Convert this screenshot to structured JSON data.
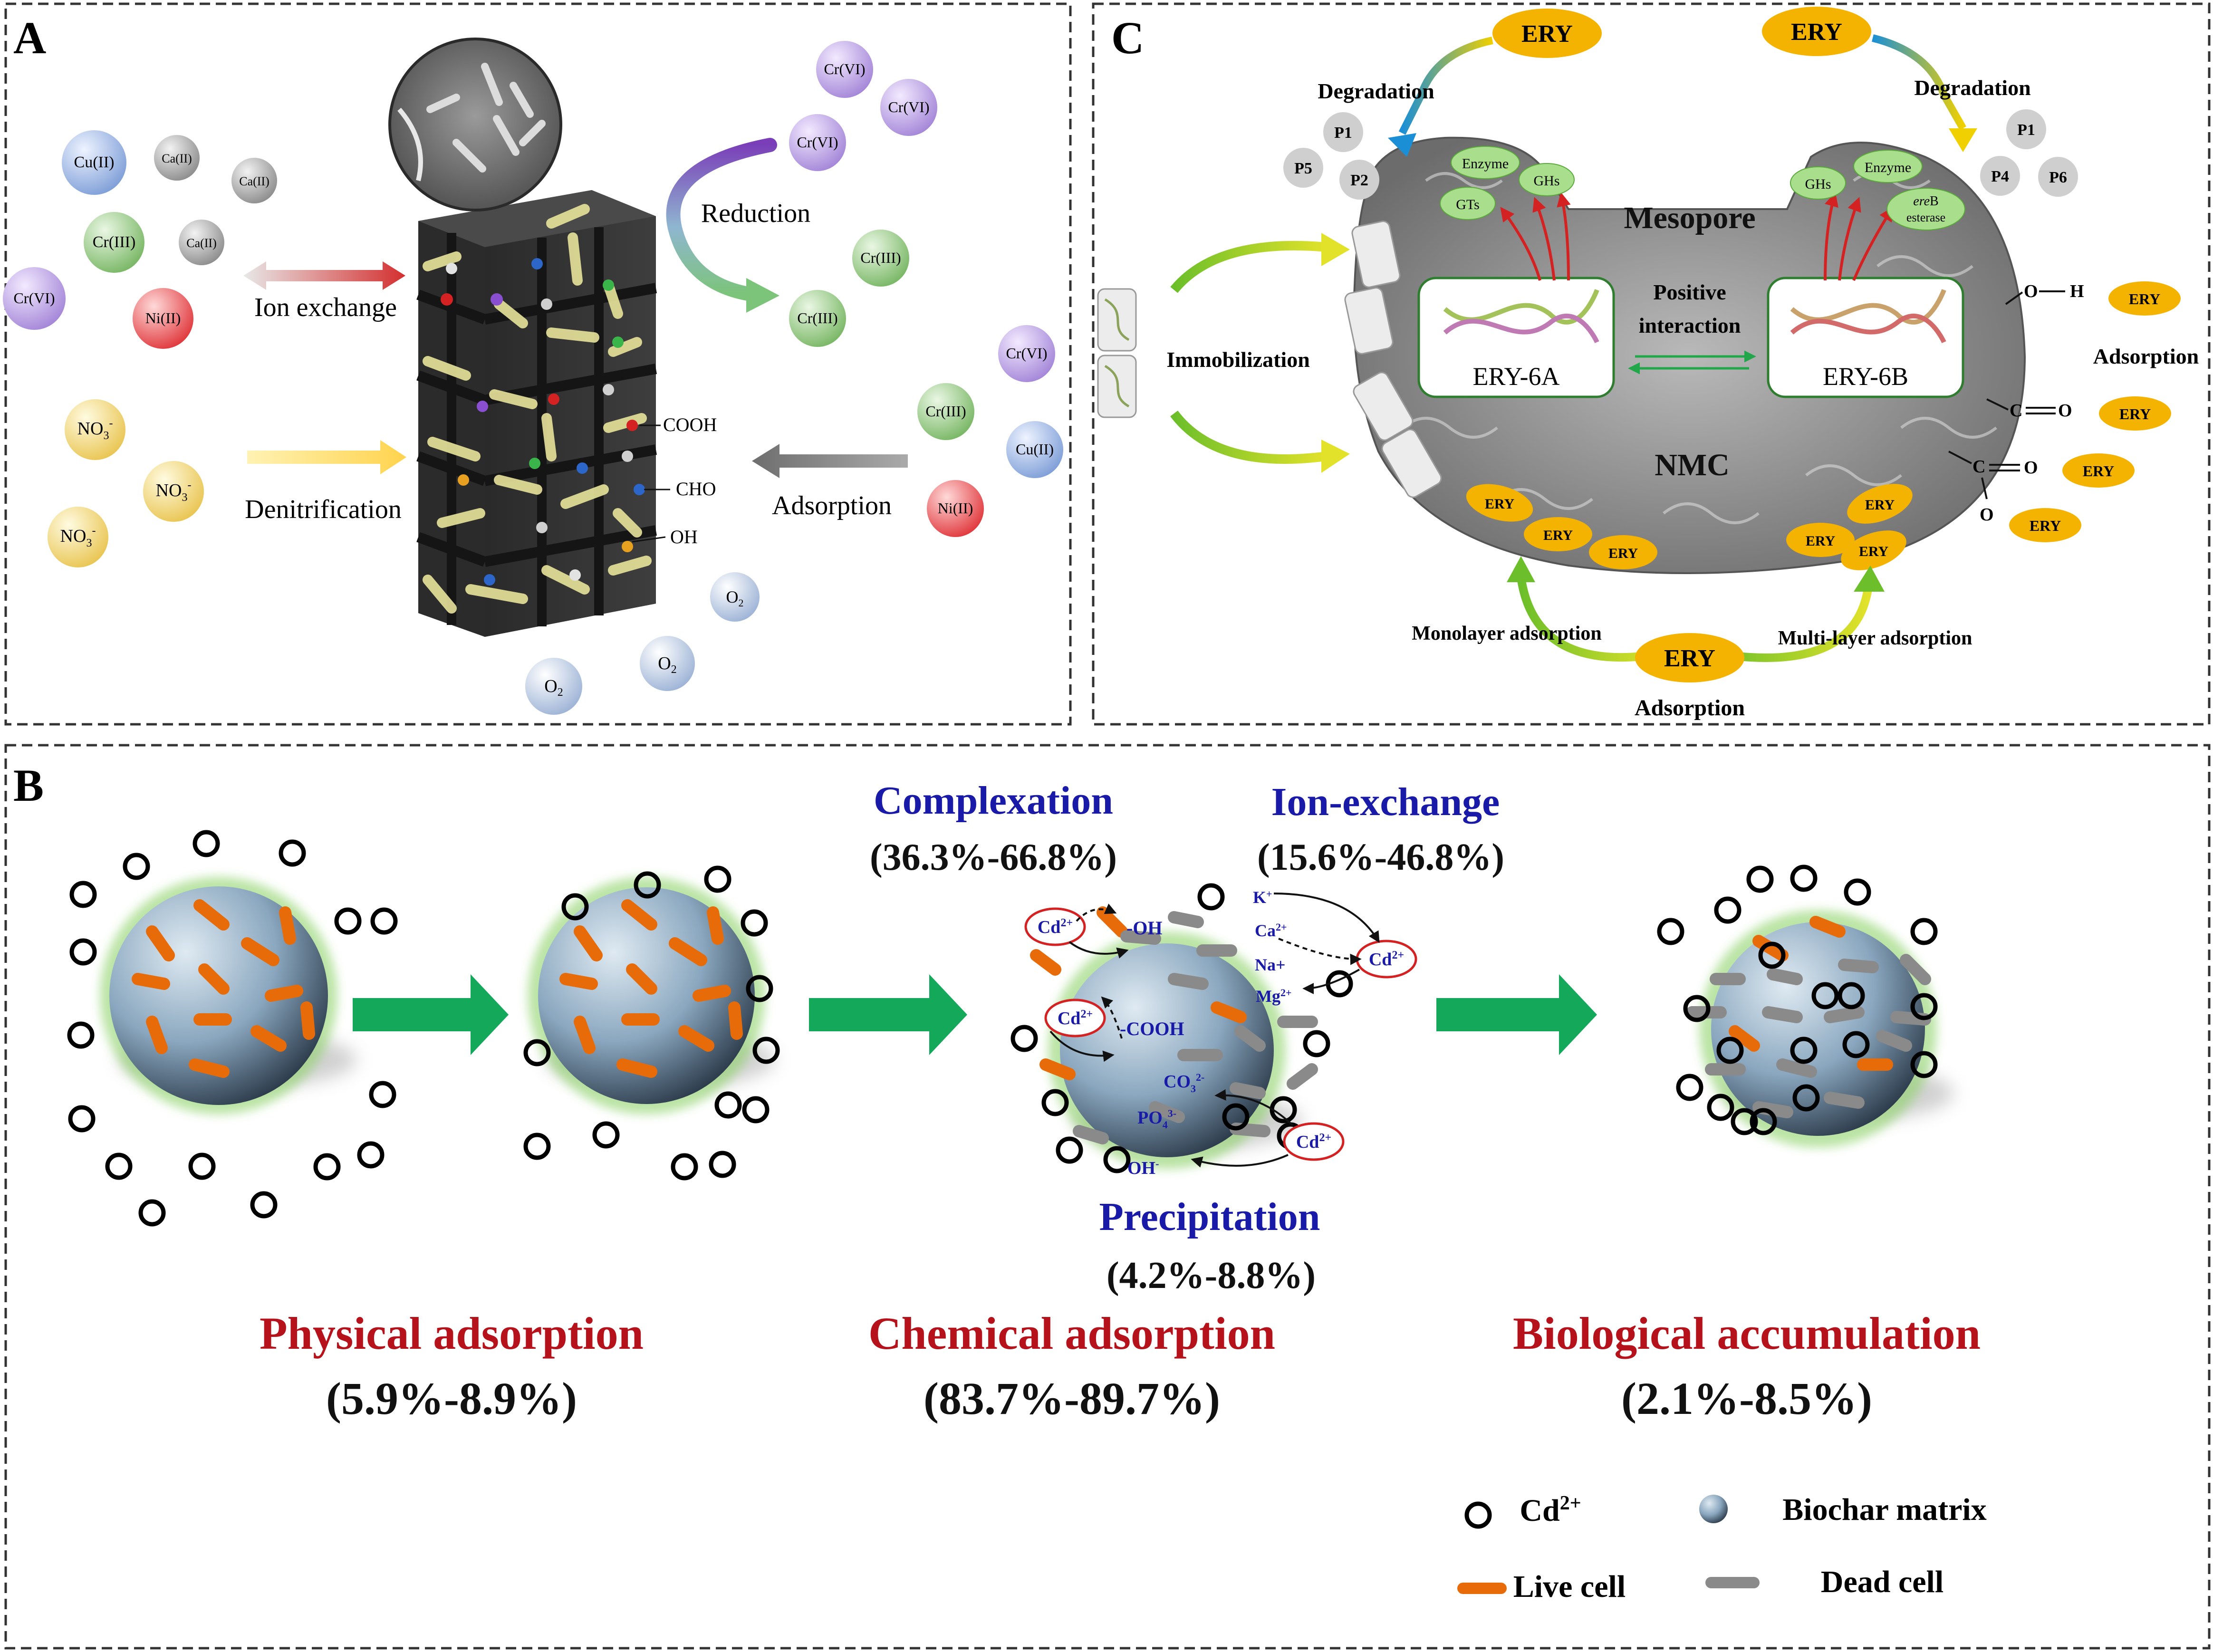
{
  "panels": {
    "a": {
      "label": "A",
      "ions_left": [
        "Cu(II)",
        "Ca(II)",
        "Ca(II)",
        "Cr(III)",
        "Ca(II)",
        "Cr(VI)",
        "Ni(II)"
      ],
      "nitrate_main": "NO",
      "nitrate_sub": "3",
      "nitrate_sup": "-",
      "ions_reduction": [
        "Cr(VI)",
        "Cr(VI)",
        "Cr(VI)",
        "Cr(III)",
        "Cr(III)"
      ],
      "ions_adsorption": [
        "Cr(VI)",
        "Cr(III)",
        "Cu(II)",
        "Ni(II)"
      ],
      "oxygen_main": "O",
      "oxygen_sub": "2",
      "arrow_ion_exchange": "Ion exchange",
      "arrow_denitrification": "Denitrification",
      "arrow_reduction": "Reduction",
      "arrow_adsorption": "Adsorption",
      "group_cooh": "COOH",
      "group_cho": "CHO",
      "group_oh": "OH"
    },
    "b": {
      "label": "B",
      "complexation_title": "Complexation",
      "complexation_range": "(36.3%-66.8%)",
      "ion_exchange_title": "Ion-exchange",
      "ion_exchange_range": "(15.6%-46.8%)",
      "precipitation_title": "Precipitation",
      "precipitation_range": "(4.2%-8.8%)",
      "cd_main": "Cd",
      "cd_sup": "2+",
      "group_oh": "-OH",
      "group_cooh": "-COOH",
      "k_main": "K",
      "k_sup": "+",
      "ca_main": "Ca",
      "ca_sup": "2+",
      "na_label": "Na+",
      "mg_main": "Mg",
      "mg_sup": "2+",
      "co3_main": "CO",
      "co3_sub": "3",
      "co3_sup": "2-",
      "po4_main": "PO",
      "po4_sub": "4",
      "po4_sup": "3-",
      "oh_main": "OH",
      "oh_sup": "-",
      "stage1_title": "Physical adsorption",
      "stage1_range": "(5.9%-8.9%)",
      "stage2_title": "Chemical adsorption",
      "stage2_range": "(83.7%-89.7%)",
      "stage3_title": "Biological accumulation",
      "stage3_range": "(2.1%-8.5%)",
      "legend_cd_main": "Cd",
      "legend_cd_sup": "2+",
      "legend_biochar": "Biochar matrix",
      "legend_live": "Live cell",
      "legend_dead": "Dead cell"
    },
    "c": {
      "label": "C",
      "ery": "ERY",
      "degradation": "Degradation",
      "products_left": [
        "P1",
        "P5",
        "P2"
      ],
      "products_right": [
        "P1",
        "P4",
        "P6"
      ],
      "enzyme": "Enzyme",
      "ghs": "GHs",
      "gts": "GTs",
      "ereb_italic": "ere",
      "ereb_rest": "B",
      "esterase": "esterase",
      "mesopore": "Mesopore",
      "nmc": "NMC",
      "positive_line1": "Positive",
      "positive_line2": "interaction",
      "strain_a": "ERY-6A",
      "strain_b": "ERY-6B",
      "immobilization": "Immobilization",
      "adsorption": "Adsorption",
      "monolayer": "Monolayer adsorption",
      "multilayer": "Multi-layer adsorption",
      "oh_o": "O",
      "oh_h": "H",
      "carbonyl_c": "C",
      "carbonyl_o": "O"
    }
  },
  "colors": {
    "ery_fill": "#f5b301",
    "arrow_green": "#00a651",
    "title_red": "#b5121b",
    "title_blue": "#1a1aa8",
    "live_cell": "#e86b0a",
    "dead_cell": "#8a8a8a"
  }
}
